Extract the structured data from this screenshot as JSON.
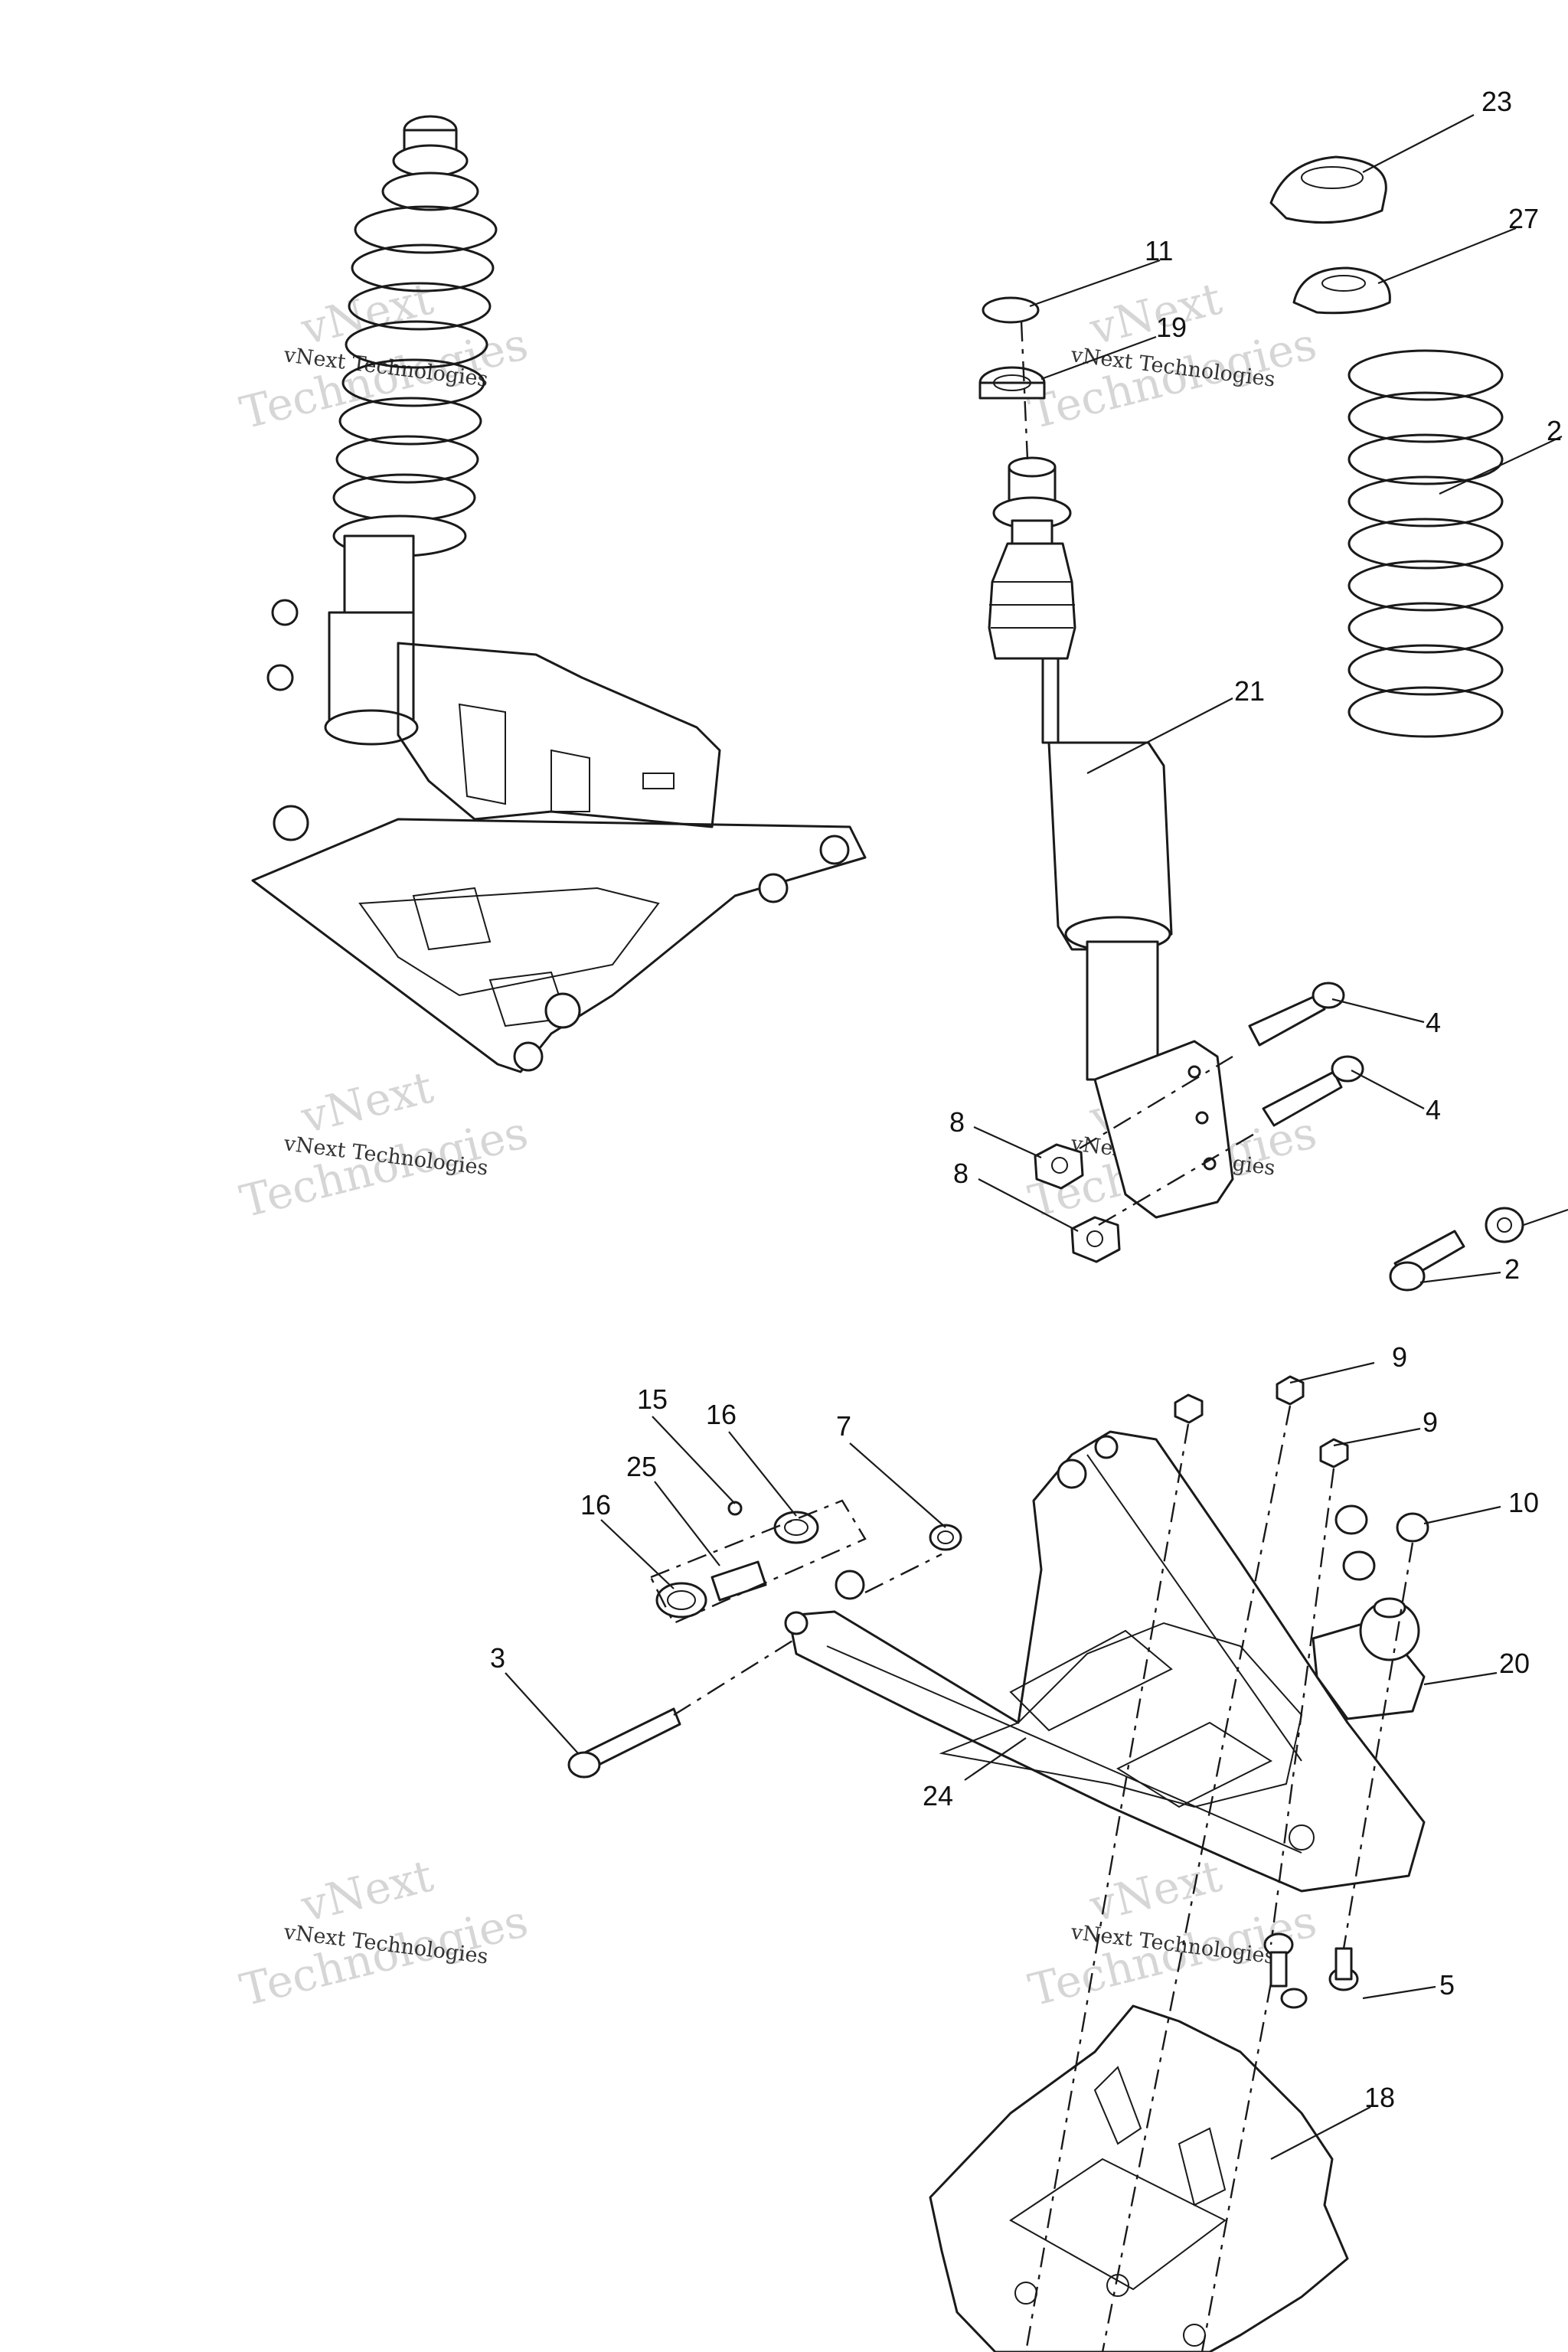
{
  "watermark": {
    "line1": "vNext",
    "line2": "Technologies",
    "caption": "vNext Technologies"
  },
  "callouts": [
    {
      "id": "c23",
      "label": "23"
    },
    {
      "id": "c27",
      "label": "27"
    },
    {
      "id": "c11",
      "label": "11"
    },
    {
      "id": "c19",
      "label": "19"
    },
    {
      "id": "c2a",
      "label": "2"
    },
    {
      "id": "c21",
      "label": "21"
    },
    {
      "id": "c4a",
      "label": "4"
    },
    {
      "id": "c4b",
      "label": "4"
    },
    {
      "id": "c8a",
      "label": "8"
    },
    {
      "id": "c8b",
      "label": "8"
    },
    {
      "id": "c2b",
      "label": "2"
    },
    {
      "id": "c9a",
      "label": "9"
    },
    {
      "id": "c9b",
      "label": "9"
    },
    {
      "id": "c10",
      "label": "10"
    },
    {
      "id": "c15",
      "label": "15"
    },
    {
      "id": "c16a",
      "label": "16"
    },
    {
      "id": "c7",
      "label": "7"
    },
    {
      "id": "c25",
      "label": "25"
    },
    {
      "id": "c16b",
      "label": "16"
    },
    {
      "id": "c3",
      "label": "3"
    },
    {
      "id": "c20",
      "label": "20"
    },
    {
      "id": "c24",
      "label": "24"
    },
    {
      "id": "c5",
      "label": "5"
    },
    {
      "id": "c18",
      "label": "18"
    }
  ]
}
